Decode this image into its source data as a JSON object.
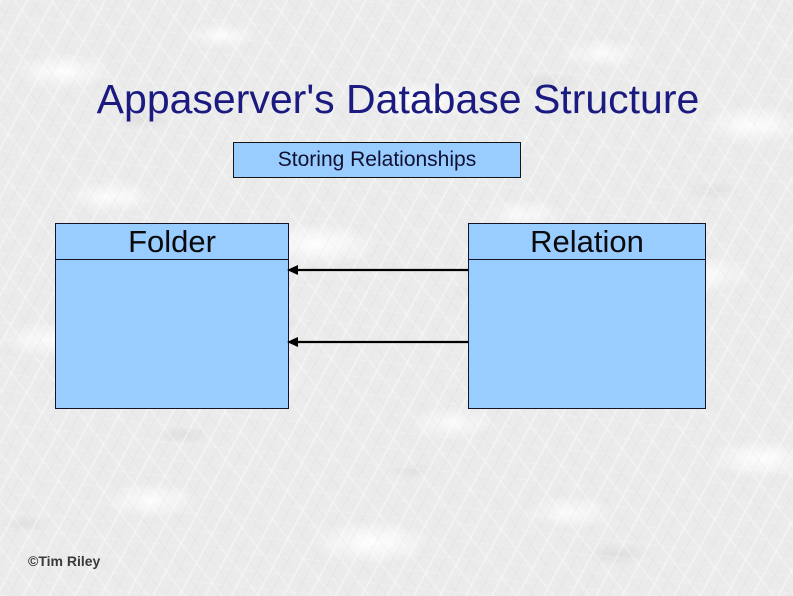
{
  "slide": {
    "title": "Appaserver's Database Structure",
    "subtitle": "Storing Relationships",
    "credit": "©Tim Riley"
  },
  "colors": {
    "title_text": "#1a1a80",
    "box_fill": "#99ccff",
    "box_border": "#141428",
    "background": "#ebebeb",
    "connector": "#000000",
    "credit_text": "#3a3a3a"
  },
  "diagram": {
    "entities": [
      {
        "name": "Folder",
        "attributes": []
      },
      {
        "name": "Relation",
        "attributes": []
      }
    ],
    "connectors": [
      {
        "id": "relation-to-folder-one",
        "from": "Relation",
        "to": "Folder",
        "arrow": "left"
      },
      {
        "id": "relation-to-folder-two",
        "from": "Relation",
        "to": "Folder",
        "arrow": "left"
      }
    ]
  }
}
